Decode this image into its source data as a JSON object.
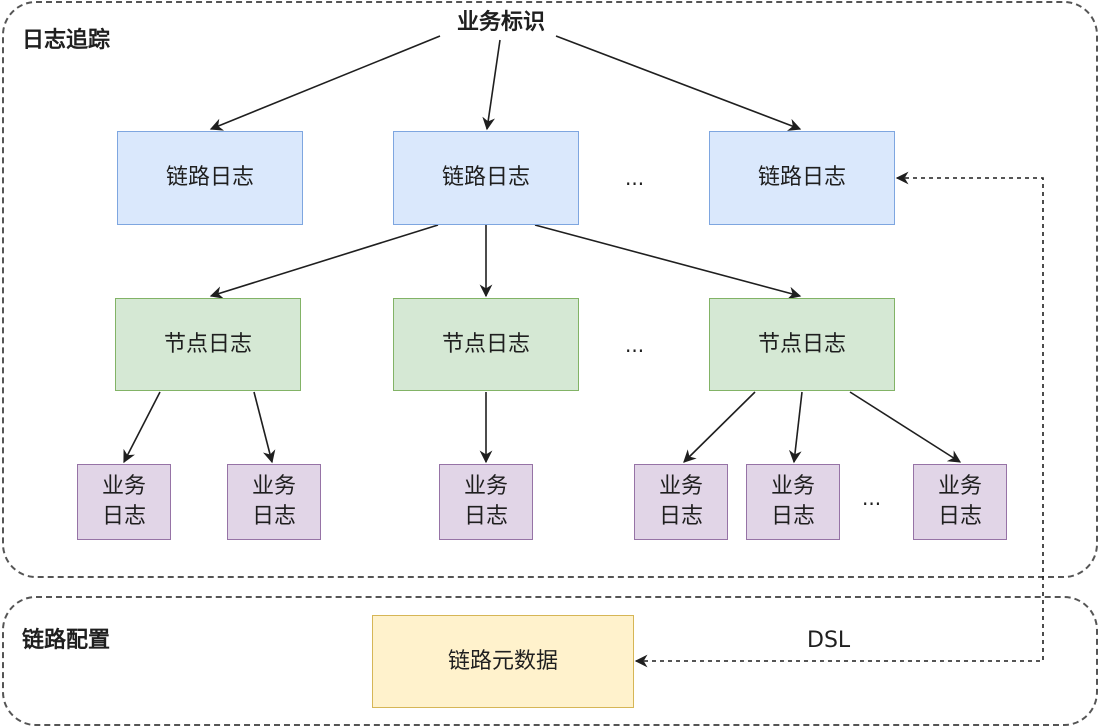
{
  "regions": {
    "trace": "日志追踪",
    "config": "链路配置"
  },
  "root": "业务标识",
  "trace_logs": [
    "链路日志",
    "链路日志",
    "链路日志"
  ],
  "span_logs": [
    "节点日志",
    "节点日志",
    "节点日志"
  ],
  "biz_logs": [
    {
      "line1": "业务",
      "line2": "日志"
    },
    {
      "line1": "业务",
      "line2": "日志"
    },
    {
      "line1": "业务",
      "line2": "日志"
    },
    {
      "line1": "业务",
      "line2": "日志"
    },
    {
      "line1": "业务",
      "line2": "日志"
    },
    {
      "line1": "业务",
      "line2": "日志"
    }
  ],
  "ellipsis": "...",
  "metadata": "链路元数据",
  "dsl_label": "DSL"
}
